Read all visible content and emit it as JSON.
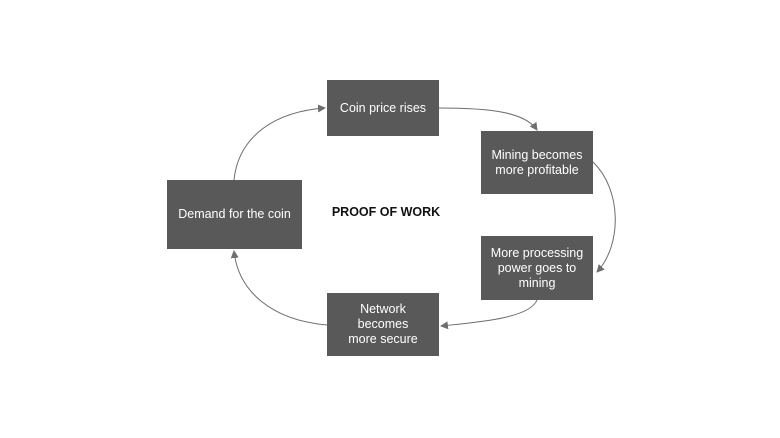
{
  "diagram": {
    "title": "PROOF OF WORK",
    "nodes": {
      "coin_price": "Coin price rises",
      "mining": "Mining becomes\nmore profitable",
      "processing": "More processing\npower goes to\nmining",
      "network": "Network becomes\nmore secure",
      "demand": "Demand for the coin"
    },
    "edges": [
      {
        "from": "coin_price",
        "to": "mining"
      },
      {
        "from": "mining",
        "to": "processing"
      },
      {
        "from": "processing",
        "to": "network"
      },
      {
        "from": "network",
        "to": "demand"
      },
      {
        "from": "demand",
        "to": "coin_price"
      }
    ],
    "colors": {
      "node_fill": "#595959",
      "node_text": "#ffffff",
      "edge": "#6e6e6e",
      "title": "#111111"
    }
  }
}
